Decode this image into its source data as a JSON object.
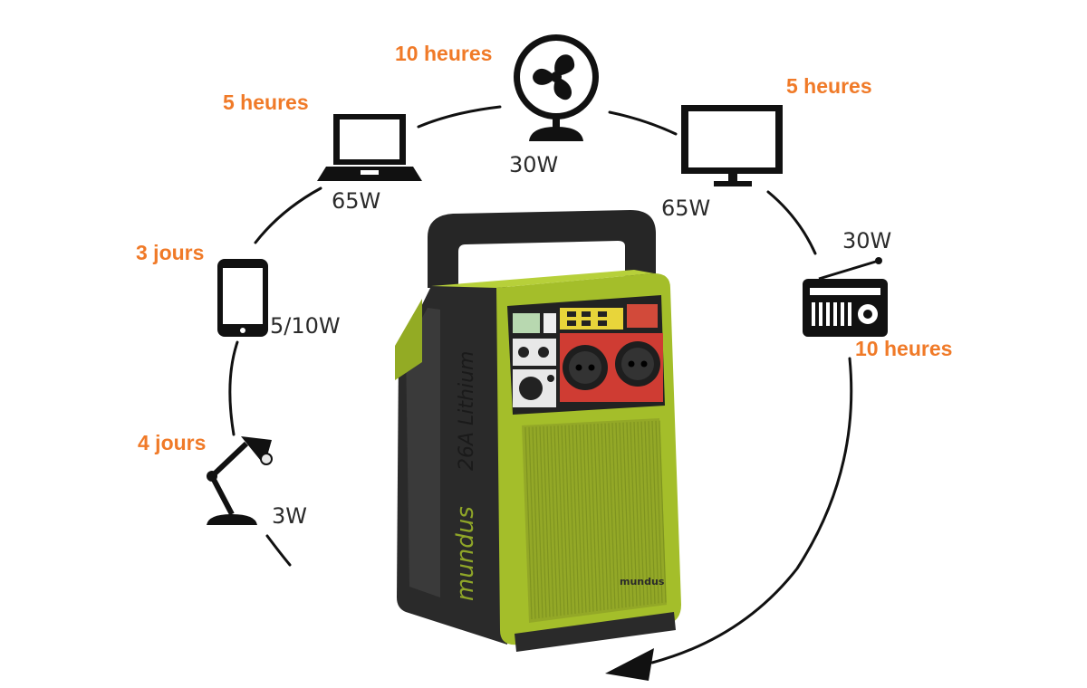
{
  "colors": {
    "duration_text": "#f07a28",
    "watt_text": "#2b2b2b",
    "device_body": "#a4be2a",
    "device_dark": "#2a2a2a",
    "icon": "#111111"
  },
  "device": {
    "model_label": "26A Lithium",
    "brand_label": "mundus",
    "front_brand_label": "mundus"
  },
  "appliances": [
    {
      "id": "lamp",
      "icon": "desk-lamp-icon",
      "duration": "4 jours",
      "power": "3W"
    },
    {
      "id": "phone",
      "icon": "smartphone-icon",
      "duration": "3 jours",
      "power": "5/10W"
    },
    {
      "id": "laptop",
      "icon": "laptop-icon",
      "duration": "5 heures",
      "power": "65W"
    },
    {
      "id": "fan",
      "icon": "fan-icon",
      "duration": "10 heures",
      "power": "30W"
    },
    {
      "id": "monitor",
      "icon": "monitor-icon",
      "duration": "5 heures",
      "power": "65W"
    },
    {
      "id": "radio",
      "icon": "radio-icon",
      "duration": "10 heures",
      "power": "30W"
    }
  ]
}
